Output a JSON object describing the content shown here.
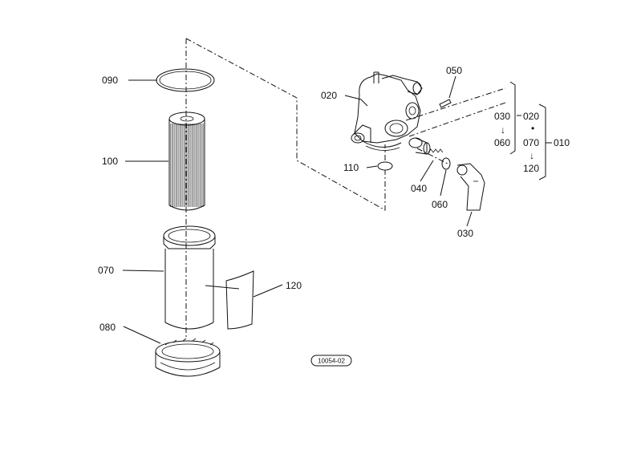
{
  "diagram": {
    "figure_code": "10054-02",
    "callouts": {
      "p010": "010",
      "p020": "020",
      "p030": "030",
      "p040": "040",
      "p050": "050",
      "p060": "060",
      "p070": "070",
      "p080": "080",
      "p090": "090",
      "p100": "100",
      "p110": "110",
      "p120": "120"
    },
    "assembly_tree": {
      "top": "010",
      "sub_020": "020",
      "sub_030": "030",
      "sub_060": "060",
      "sub_070": "070",
      "sub_120": "120",
      "arrow": "↓",
      "dot": "•"
    }
  }
}
